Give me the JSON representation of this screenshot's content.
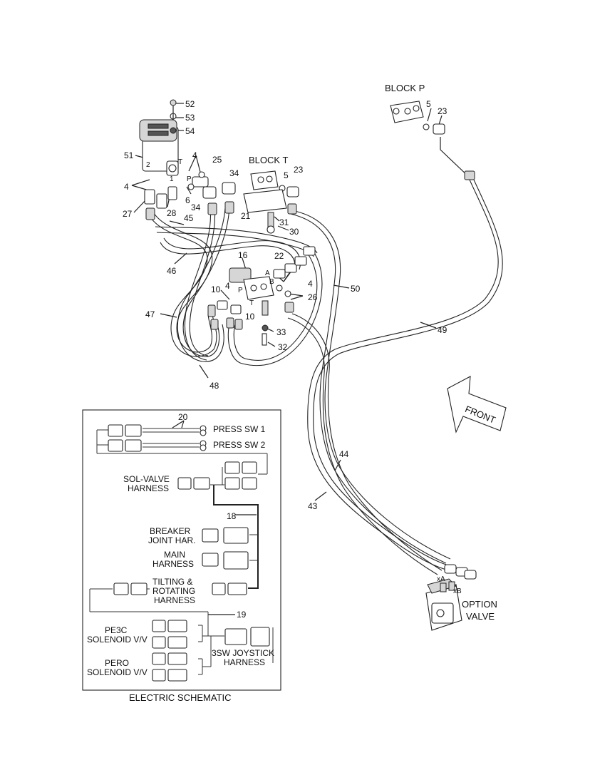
{
  "labels": {
    "block_p": "BLOCK P",
    "block_t": "BLOCK T",
    "front": "FRONT",
    "option_valve_1": "OPTION",
    "option_valve_2": "VALVE",
    "port_a": "A",
    "port_b": "B",
    "port_p": "P",
    "port_t": "T",
    "port_t2": "T",
    "port_p2": "P",
    "port_2": "2",
    "port_1": "1",
    "port_xa": "xA",
    "port_xb": "xB"
  },
  "callouts": {
    "n52": "52",
    "n53": "53",
    "n54": "54",
    "n51": "51",
    "n4a": "4",
    "n25": "25",
    "n34a": "34",
    "n4b": "4",
    "n6": "6",
    "n34b": "34",
    "n27": "27",
    "n28": "28",
    "n45": "45",
    "n46": "46",
    "n47": "47",
    "n48": "48",
    "n16": "16",
    "n10a": "10",
    "n4c": "4",
    "n10b": "10",
    "n21": "21",
    "n31": "31",
    "n30": "30",
    "n5a": "5",
    "n23a": "23",
    "n22": "22",
    "n4d": "4",
    "n26": "26",
    "n33": "33",
    "n32": "32",
    "n50": "50",
    "n49": "49",
    "n5b": "5",
    "n23b": "23",
    "n44": "44",
    "n43": "43",
    "n20": "20",
    "n18": "18",
    "n19": "19"
  },
  "schematic": {
    "title": "ELECTRIC SCHEMATIC",
    "press_sw1": "PRESS SW 1",
    "press_sw2": "PRESS SW 2",
    "sol_valve_1": "SOL-VALVE",
    "sol_valve_2": "HARNESS",
    "breaker_1": "BREAKER",
    "breaker_2": "JOINT HAR.",
    "main_1": "MAIN",
    "main_2": "HARNESS",
    "tilting_1": "TILTING &",
    "tilting_2": "ROTATING",
    "tilting_3": "HARNESS",
    "pe3c_1": "PE3C",
    "pe3c_2": "SOLENOID V/V",
    "pero_1": "PERO",
    "pero_2": "SOLENOID V/V",
    "joystick_1": "3SW JOYSTICK",
    "joystick_2": "HARNESS"
  }
}
